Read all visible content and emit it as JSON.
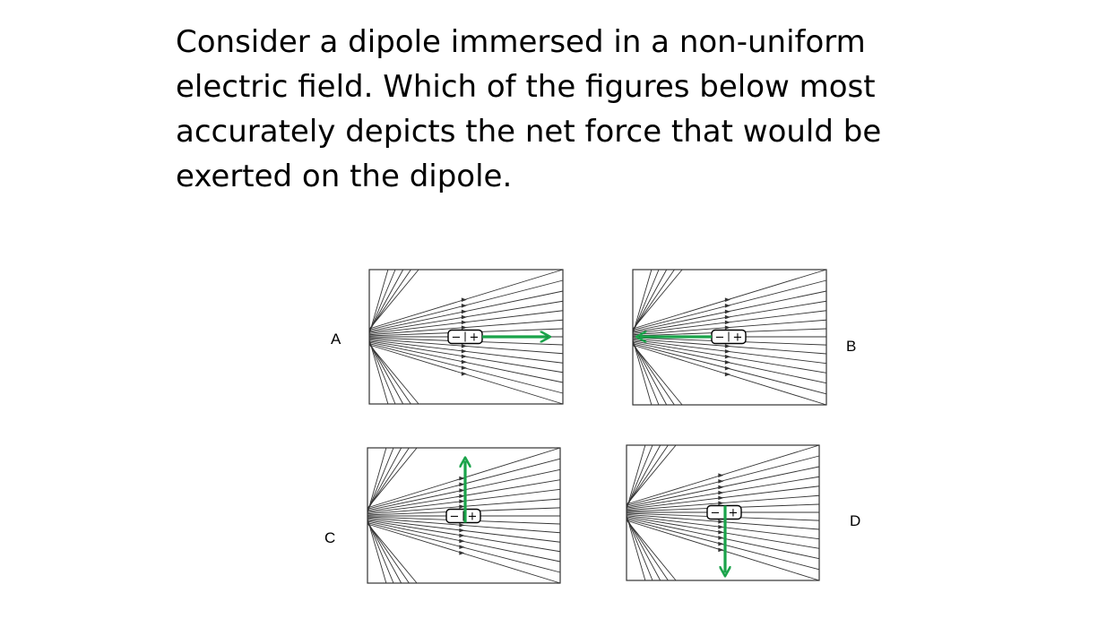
{
  "question": "Consider a dipole immersed in a non-uniform electric field. Which of the figures below most accurately depicts the net force that would be exerted on the dipole.",
  "figures": [
    {
      "label": "A",
      "force_direction": "right"
    },
    {
      "label": "B",
      "force_direction": "left"
    },
    {
      "label": "C",
      "force_direction": "up"
    },
    {
      "label": "D",
      "force_direction": "down"
    }
  ],
  "dipole": {
    "negative_sign": "−",
    "positive_sign": "+"
  },
  "colors": {
    "force_arrow": "#1aa34a",
    "field_line": "#333333",
    "frame": "#333333"
  }
}
